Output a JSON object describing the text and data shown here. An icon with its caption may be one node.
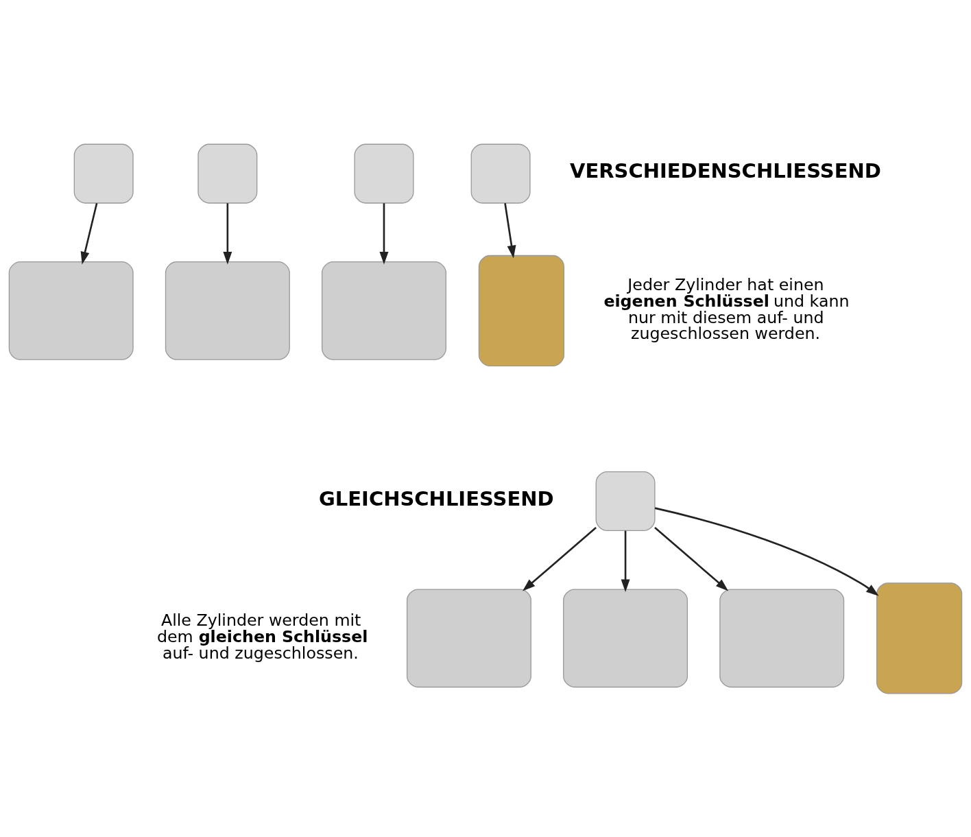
{
  "diagram": {
    "nodes": [
      {
        "text": [],
        "shape": "box"
      },
      {
        "text": [],
        "shape": "box"
      },
      {
        "text": [],
        "shape": "box"
      },
      {
        "text": [],
        "shape": "box"
      },
      {
        "text": [],
        "shape": "box"
      },
      {
        "text": [],
        "shape": "box"
      },
      {
        "text": [],
        "shape": "box"
      },
      {
        "text": [],
        "shape": "box"
      },
      {
        "text": [],
        "shape": "box"
      },
      {
        "text": [],
        "shape": "box"
      },
      {
        "text": [],
        "shape": "box"
      },
      {
        "text": [],
        "shape": "box"
      },
      {
        "text": [],
        "shape": "box"
      }
    ],
    "edges": [
      {
        "from": 0,
        "to": 4,
        "arrow": "to"
      },
      {
        "from": 1,
        "to": 5,
        "arrow": "to"
      },
      {
        "from": 2,
        "to": 6,
        "arrow": "to"
      },
      {
        "from": 3,
        "to": 7,
        "arrow": "to"
      },
      {
        "from": 8,
        "to": 9,
        "arrow": "to"
      },
      {
        "from": 8,
        "to": 10,
        "arrow": "to"
      },
      {
        "from": 8,
        "to": 11,
        "arrow": "to"
      },
      {
        "from": 8,
        "to": 12,
        "arrow": "to"
      }
    ],
    "labels": [
      "VERSCHIEDENSCHLIESSEND",
      "Jeder Zylinder hat einen **eigenen Schlüssel** und kann nur mit diesem auf- und zugeschlossen werden.",
      "GLEICHSCHLIESSEND",
      "Alle Zylinder werden mit dem **gleichen Schlüssel** auf- und zugeschlossen."
    ]
  }
}
